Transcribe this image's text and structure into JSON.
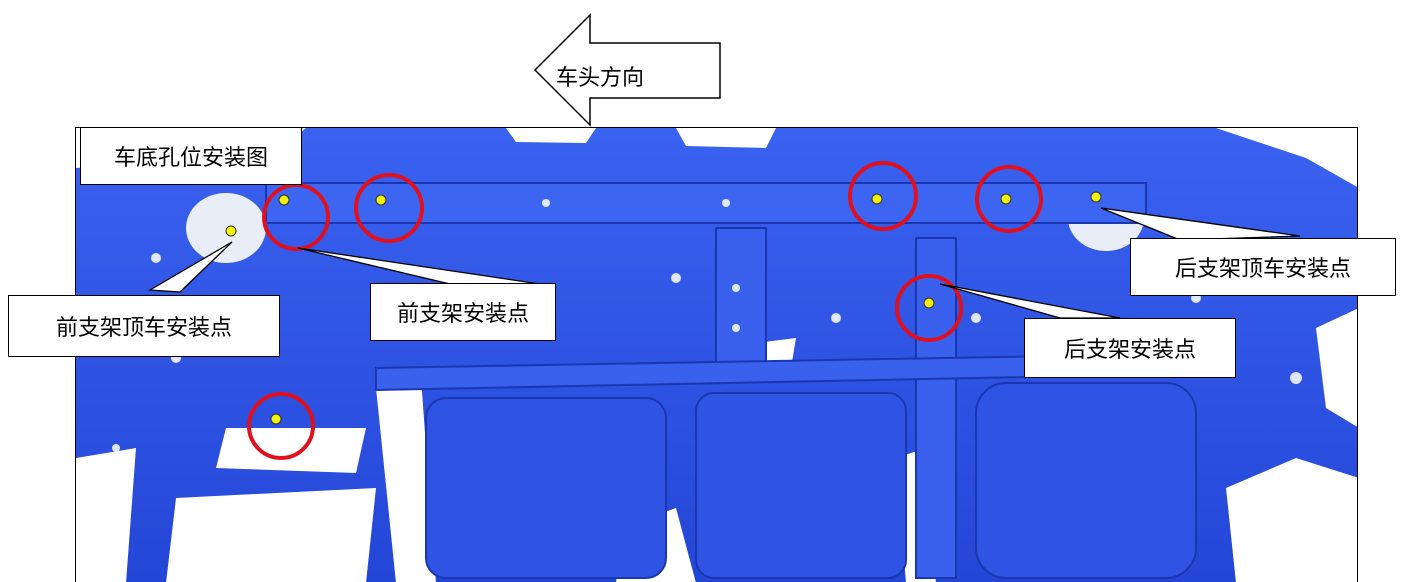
{
  "direction_label": "车头方向",
  "title": "车底孔位安装图",
  "labels": {
    "front_jack_point": "前支架顶车安装点",
    "front_bracket_point": "前支架安装点",
    "rear_jack_point": "后支架顶车安装点",
    "rear_bracket_point": "后支架安装点"
  },
  "colors": {
    "underbody_blue": "#2c52e6",
    "marker_red": "#e0101e",
    "hole_yellow": "#f2f20a"
  }
}
